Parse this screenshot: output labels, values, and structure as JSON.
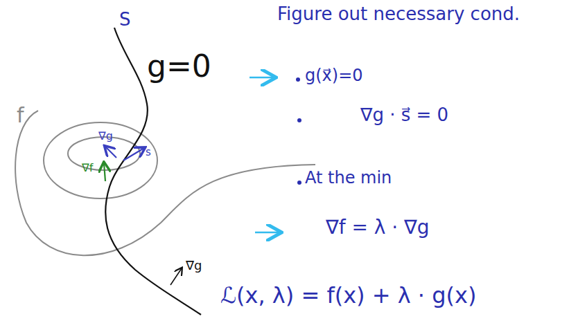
{
  "diagram": {
    "labels": [
      "Figure out necessary cond.",
      "S",
      "g=0",
      "f",
      "∇g",
      "s",
      "∇f",
      "g(x⃗)=0",
      "∇g · s⃗ = 0",
      "At the min",
      "∇f = λ · ∇g",
      "∇g",
      "ℒ(x, λ) = f(x) + λ · g(x)"
    ]
  }
}
